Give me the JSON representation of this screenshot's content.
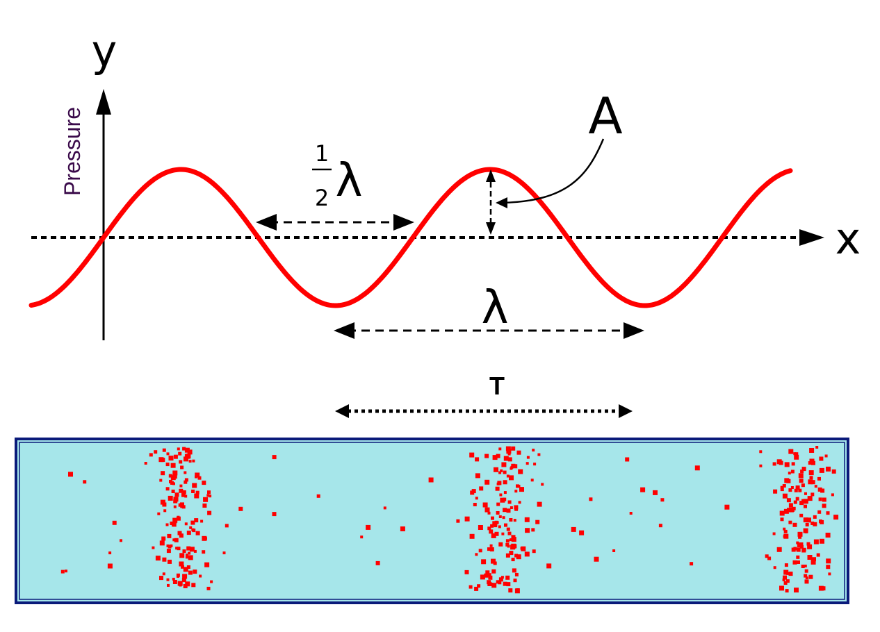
{
  "labels": {
    "y_axis": "y",
    "x_axis": "x",
    "pressure": "Pressure",
    "amplitude": "A",
    "half_num": "1",
    "half_den": "2",
    "half_lambda": "λ",
    "wavelength": "λ",
    "period": "T"
  },
  "colors": {
    "wave": "#ff0000",
    "tube_fill": "#a6e6ea",
    "tube_border": "#0a1a7a",
    "particle": "#ff0000",
    "pressure_label": "#3a0a4a"
  }
}
